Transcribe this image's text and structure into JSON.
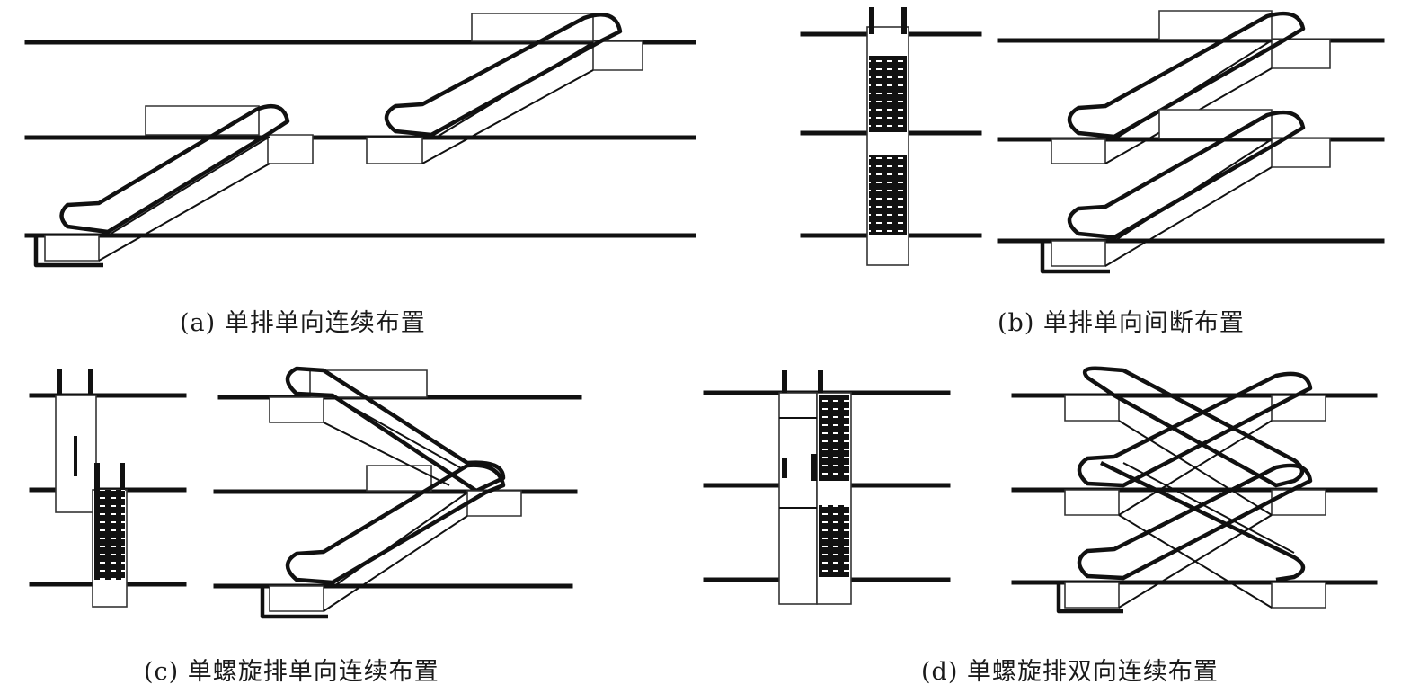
{
  "panels": [
    {
      "id": "a",
      "caption": "(a) 单排单向连续布置"
    },
    {
      "id": "b",
      "caption": "(b) 单排单向间断布置"
    },
    {
      "id": "c",
      "caption": "(c) 单螺旋排单向连续布置"
    },
    {
      "id": "d",
      "caption": "(d) 单螺旋排双向连续布置"
    }
  ]
}
